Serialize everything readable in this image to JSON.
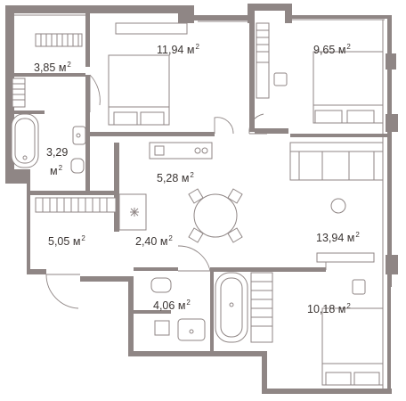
{
  "colors": {
    "wall": "#8f8685",
    "text": "#3a3432",
    "background": "#ffffff"
  },
  "unit": "м",
  "unit_power": "2",
  "rooms": [
    {
      "id": "bedroom-1",
      "area": "11,94"
    },
    {
      "id": "bedroom-2",
      "area": "9,65"
    },
    {
      "id": "wardrobe-1",
      "area": "3,85"
    },
    {
      "id": "bathroom-1",
      "area": "3,29"
    },
    {
      "id": "kitchen",
      "area": "5,28"
    },
    {
      "id": "storage",
      "area": "5,05"
    },
    {
      "id": "hallway",
      "area": "2,40"
    },
    {
      "id": "living-room",
      "area": "13,94"
    },
    {
      "id": "bathroom-2",
      "area": "4,06"
    },
    {
      "id": "bedroom-3",
      "area": "10,18"
    }
  ],
  "icons": [
    "snowflake-icon",
    "bed-icon",
    "sofa-icon",
    "bathtub-icon",
    "toilet-icon",
    "sink-icon",
    "stove-icon",
    "dining-table-icon",
    "armchair-icon"
  ]
}
